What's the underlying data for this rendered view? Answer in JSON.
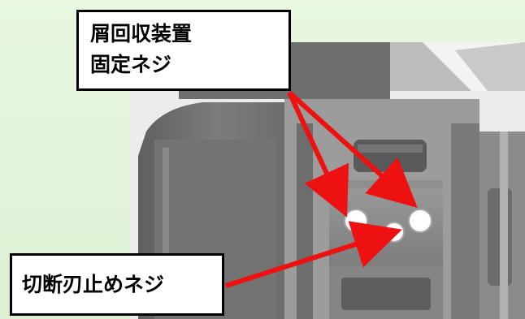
{
  "callouts": {
    "top": {
      "line1": "屑回収装置",
      "line2": "固定ネジ"
    },
    "bottom": {
      "label": "切断刃止めネジ"
    }
  },
  "colors": {
    "arrow": "#ee1111",
    "background": "#e4f4db",
    "machine": "#8a8a8a"
  }
}
